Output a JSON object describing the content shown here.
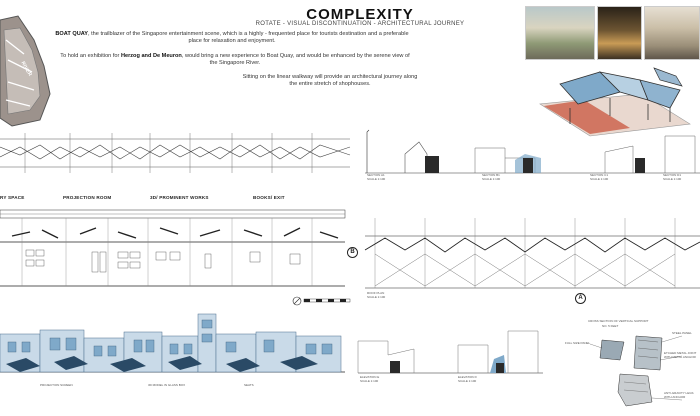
{
  "header": {
    "title": "COMPLEXITY",
    "subtitle": "ROTATE - VISUAL DISCONTINUATION - ARCHITECTURAL JOURNEY"
  },
  "intro": {
    "p1_lead": "BOAT QUAY",
    "p1_text": ", the trailblazer of the Singapore entertainment scene, which is a highly - frequented place for tourists destination and a preferable place for relaxation and enjoyment.",
    "p2_pre": "To hold an exhibition for ",
    "p2_bold": "Herzog and De Meuron",
    "p2_post": ", would bring a new experience to Boat Quay, and would be enhanced by the serene view of the Singapore River.",
    "p3": "Sitting on the linear walkway will provide an architectural journey along the entire stretch of shophouses."
  },
  "map": {
    "river_label": "RIVER"
  },
  "zones": {
    "z1": "RY SPACE",
    "z2": "PROJECTION ROOM",
    "z3": "3D/ PROMINENT WORKS",
    "z4": "BOOKS/ EXIT"
  },
  "markers": {
    "b": "B",
    "a": "A"
  },
  "sections": {
    "s1": "SECTION A1",
    "s2": "SECTION B1",
    "s3": "SECTION C1",
    "s4": "SECTION D1",
    "scale": "SCALE 1:100"
  },
  "roof_plan": {
    "name": "ROOF PLAN",
    "scale": "SCALE 1:100"
  },
  "elevations": {
    "e1": "ELEVATION E",
    "e2": "ELEVATION F",
    "scale": "SCALE 1:100"
  },
  "street": {
    "l1": "PROJECTION SCREEN",
    "l2": "3D MODEL IN GLASS BOX",
    "l3": "SEATS"
  },
  "detail": {
    "title": "CROSS SECTION OF VERTICAL SUPPORT",
    "sub": "NO. 5 FEET",
    "a1": "STEEL PANEL",
    "a2": "FULL SIZE PANEL",
    "a3": "ETCHED METAL JOINT WITH METAL ANCHOR",
    "a4": "ANTI-GRAVITY LEGS WITH ANCHOR"
  },
  "colors": {
    "blue": "#7fa9c9",
    "dark": "#2a2a2a",
    "map": "#8c7f78",
    "red": "#c8553d"
  }
}
